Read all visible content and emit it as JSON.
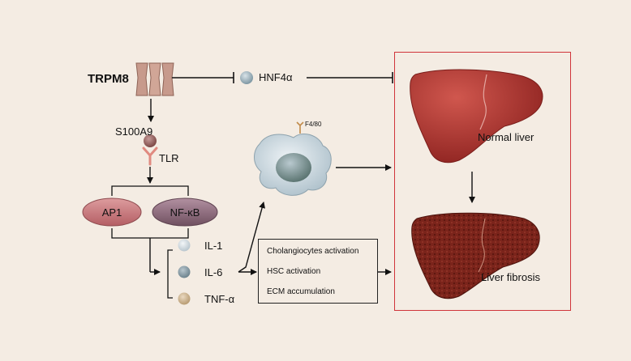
{
  "nodes": {
    "trpm8": "TRPM8",
    "hnf4a": "HNF4α",
    "s100a9": "S100A9",
    "tlr": "TLR",
    "ap1": "AP1",
    "nfkb": "NF-κB",
    "f480": "F4/80",
    "il1": "IL-1",
    "il6": "IL-6",
    "tnfa": "TNF-α",
    "normal_liver": "Normal liver",
    "liver_fibrosis": "Liver fibrosis"
  },
  "outcomes": [
    "Cholangiocytes activation",
    "HSC activation",
    "ECM accumulation"
  ],
  "colors": {
    "background": "#f4ece3",
    "highlight_box": "#d0343a",
    "channel": "#c79a8c",
    "ap1_fill": "#c9797d",
    "nfkb_fill": "#8a6a78",
    "liver": "#a42d2a",
    "fibrotic_liver": "#7a2219",
    "macrophage": "#c9d8e0"
  }
}
